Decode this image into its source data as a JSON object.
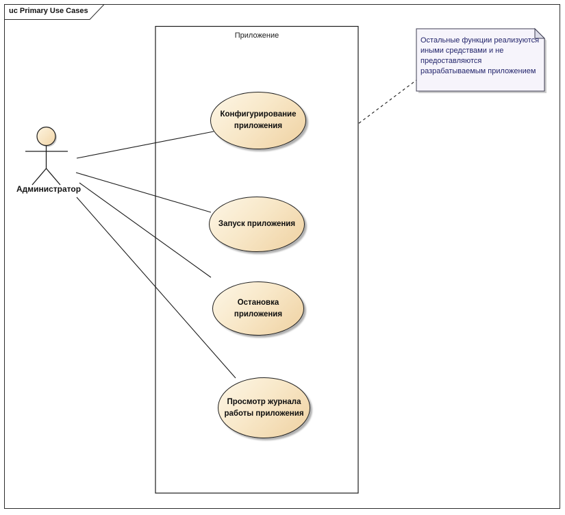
{
  "frame": {
    "label": "uc Primary Use Cases"
  },
  "boundary": {
    "label": "Приложение"
  },
  "actor": {
    "label": "Администратор"
  },
  "use_cases": [
    {
      "label": "Конфигурирование приложения"
    },
    {
      "label": "Запуск приложения"
    },
    {
      "label": "Остановка приложения"
    },
    {
      "label": "Просмотр журнала работы приложения"
    }
  ],
  "note": {
    "text": "Остальные функции реализуются иными средствами и не предоставляются разрабатываемым приложением"
  },
  "colors": {
    "usecase_fill_light": "#fdf6e6",
    "usecase_fill_dark": "#efd1a1",
    "note_background": "#f6f4fb",
    "note_text": "#22246b",
    "stroke": "#1c1c1c"
  }
}
